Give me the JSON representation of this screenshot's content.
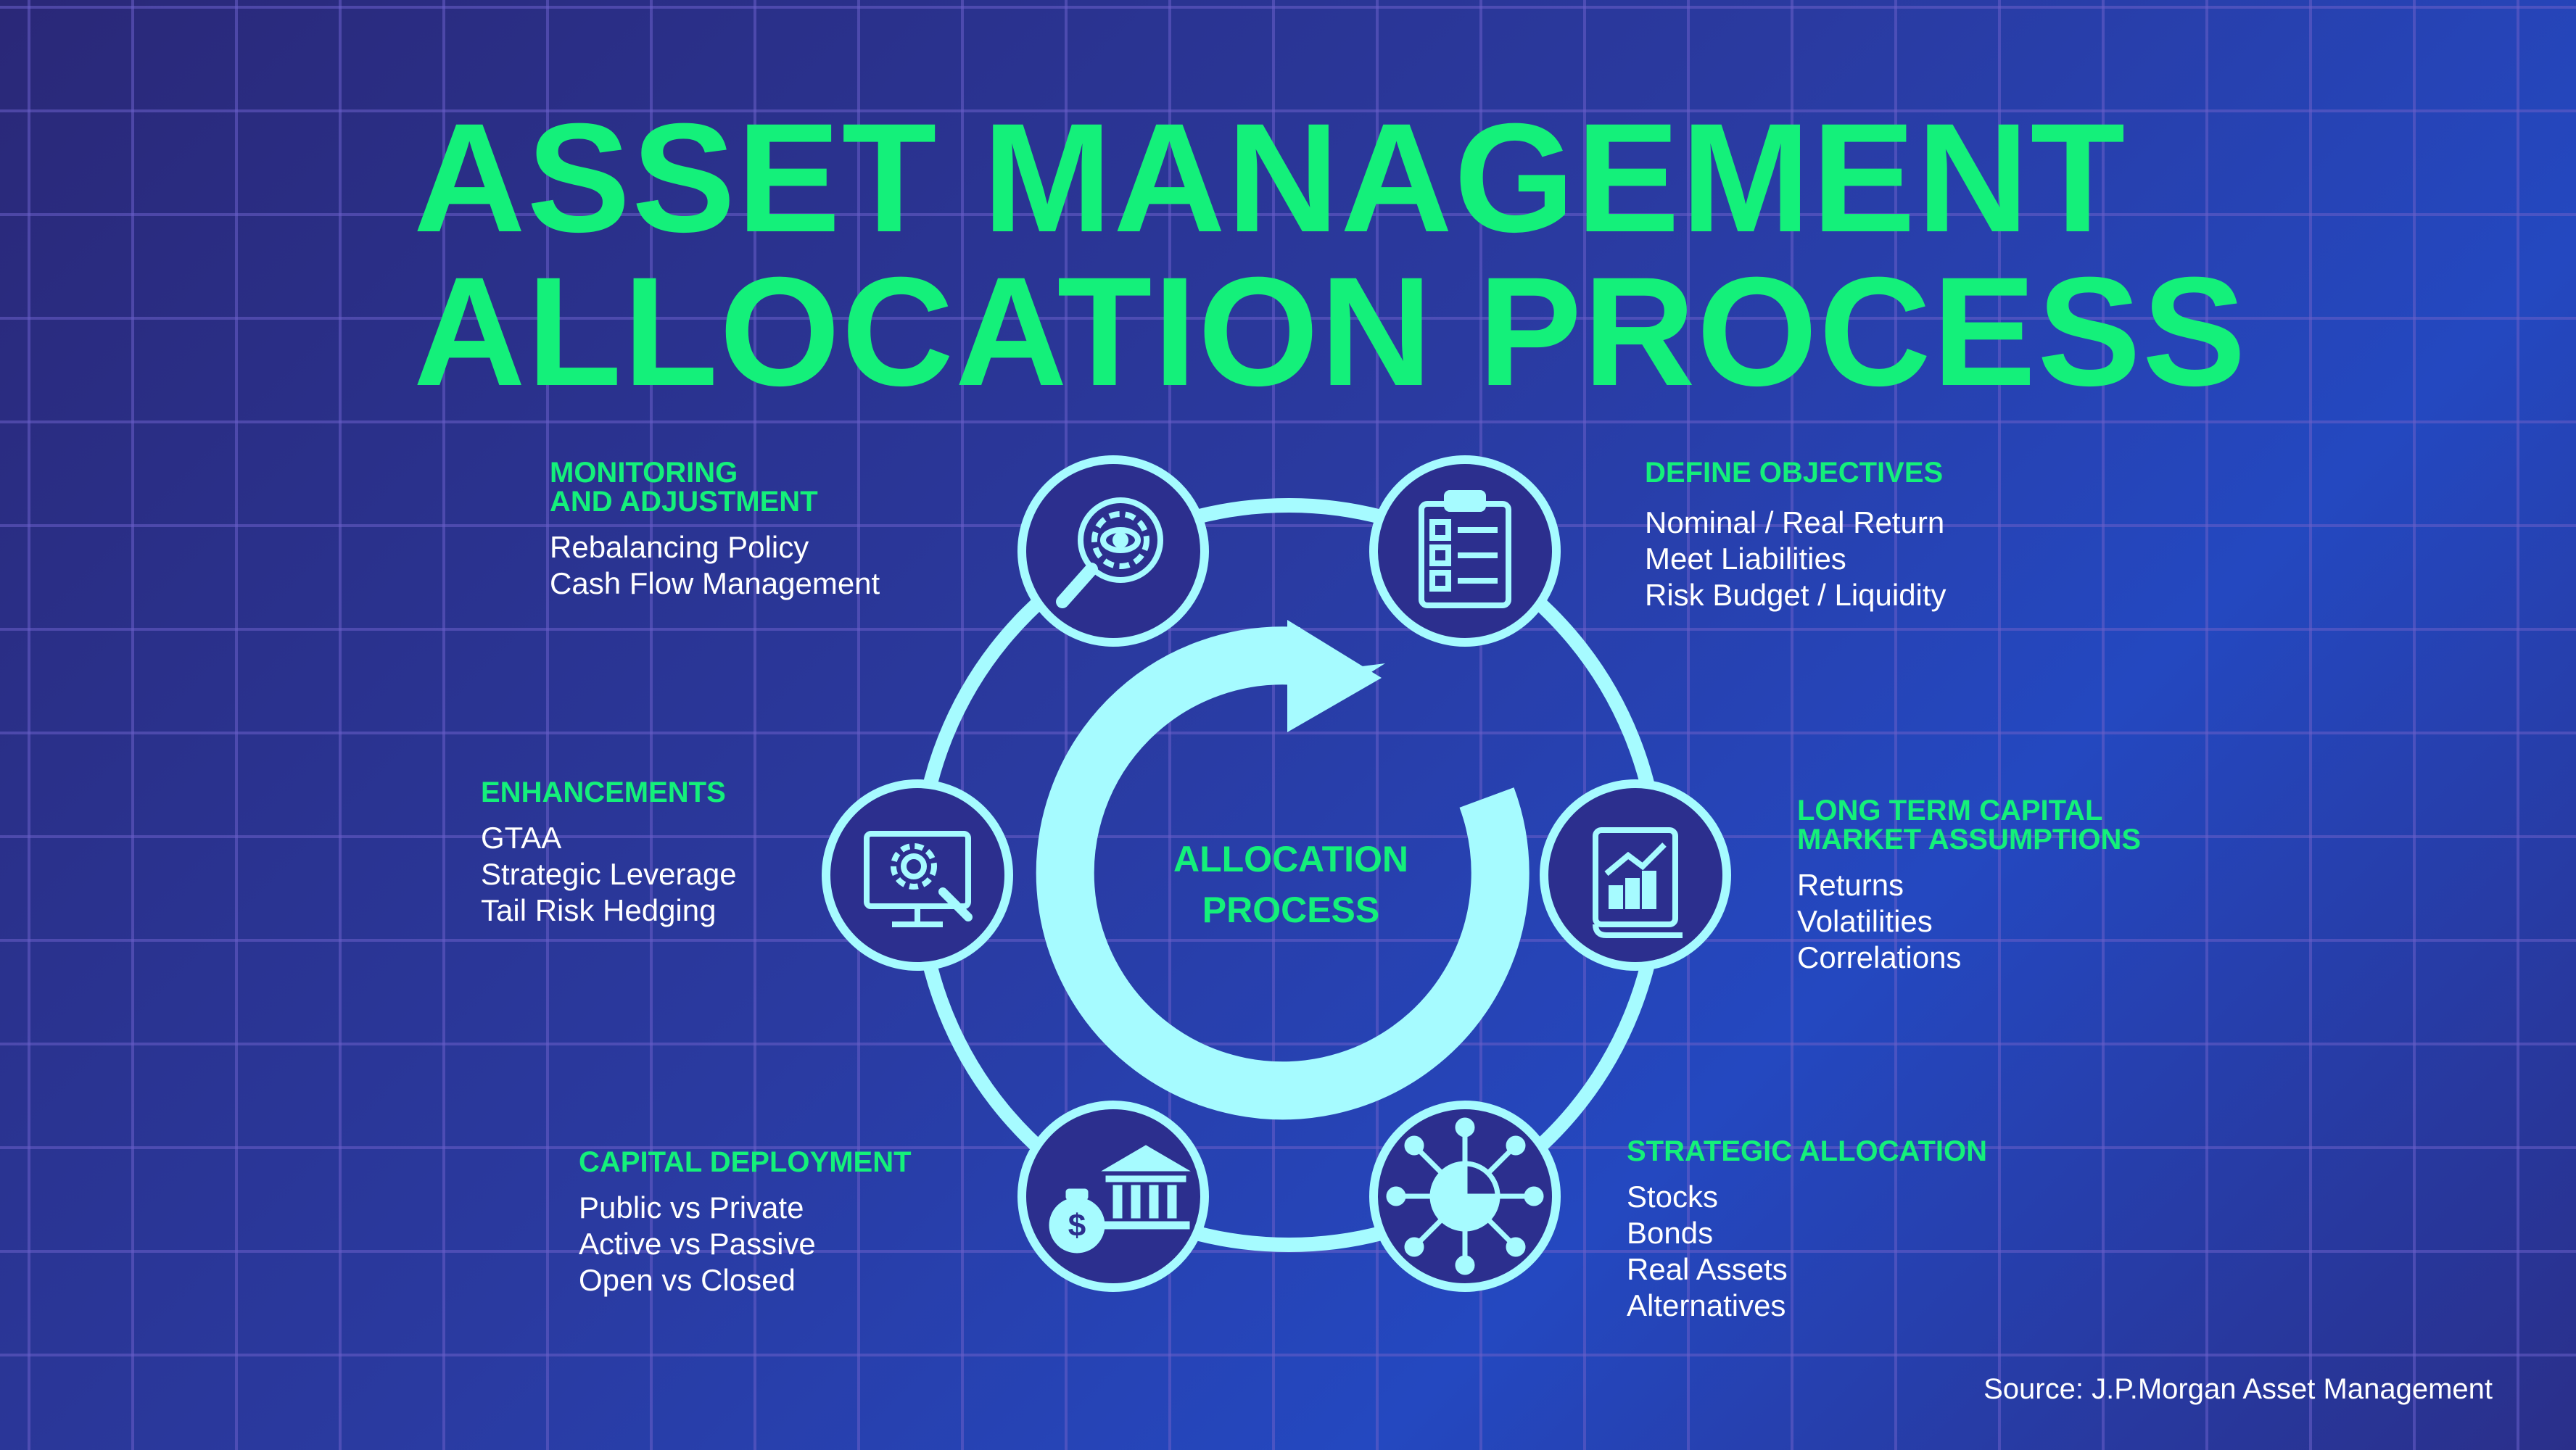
{
  "title": {
    "line1": "ASSET MANAGEMENT",
    "line2": "ALLOCATION PROCESS"
  },
  "center": {
    "line1": "ALLOCATION",
    "line2": "PROCESS"
  },
  "steps": {
    "monitoring": {
      "heading1": "MONITORING",
      "heading2": "AND ADJUSTMENT",
      "items": [
        "Rebalancing Policy",
        "Cash Flow Management"
      ],
      "icon": "magnifier-gear-eye-icon"
    },
    "define": {
      "heading1": "DEFINE OBJECTIVES",
      "items": [
        "Nominal / Real Return",
        "Meet Liabilities",
        "Risk Budget / Liquidity"
      ],
      "icon": "clipboard-checklist-icon"
    },
    "longterm": {
      "heading1": "LONG TERM CAPITAL",
      "heading2": "MARKET ASSUMPTIONS",
      "items": [
        "Returns",
        "Volatilities",
        "Correlations"
      ],
      "icon": "report-chart-icon"
    },
    "strategic": {
      "heading1": "STRATEGIC ALLOCATION",
      "items": [
        "Stocks",
        "Bonds",
        "Real Assets",
        "Alternatives"
      ],
      "icon": "pie-network-icon"
    },
    "capital": {
      "heading1": "CAPITAL DEPLOYMENT",
      "items": [
        "Public vs Private",
        "Active vs Passive",
        "Open vs Closed"
      ],
      "icon": "bank-moneybag-icon"
    },
    "enhancements": {
      "heading1": "ENHANCEMENTS",
      "items": [
        "GTAA",
        "Strategic Leverage",
        "Tail Risk Hedging"
      ],
      "icon": "monitor-code-gear-icon"
    }
  },
  "source": "Source: J.P.Morgan Asset Management",
  "colors": {
    "accent": "#14f07a",
    "ring": "#a6fbff",
    "text": "#ffffff"
  }
}
